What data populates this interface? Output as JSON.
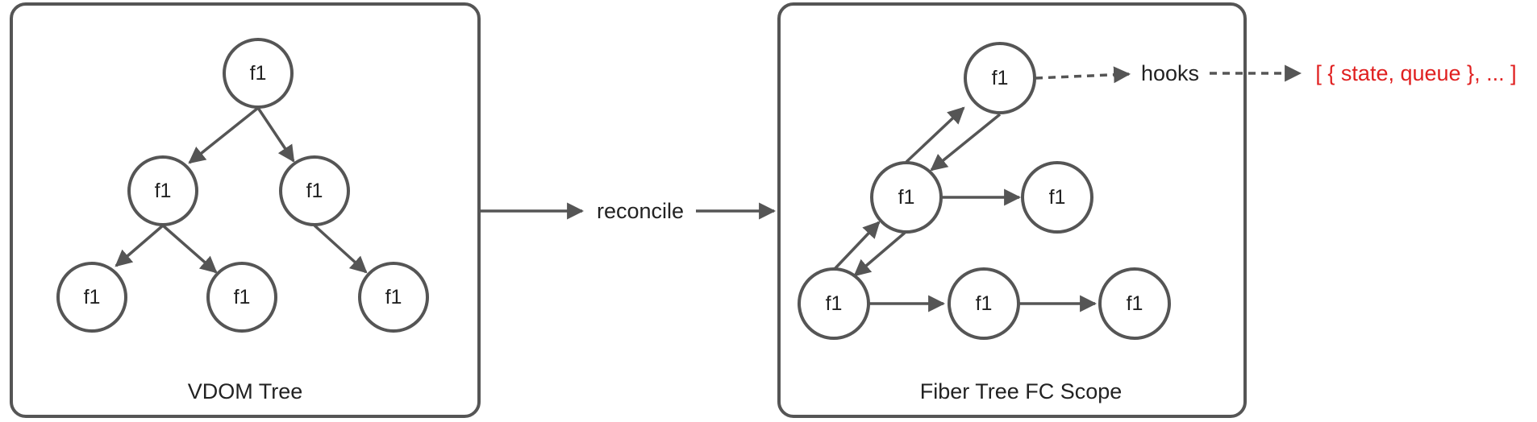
{
  "vdom_tree": {
    "caption": "VDOM Tree",
    "nodes": [
      "f1",
      "f1",
      "f1",
      "f1",
      "f1",
      "f1"
    ]
  },
  "connector": {
    "label": "reconcile"
  },
  "fiber_tree": {
    "caption": "Fiber Tree FC Scope",
    "nodes": [
      "f1",
      "f1",
      "f1",
      "f1",
      "f1",
      "f1"
    ]
  },
  "hooks": {
    "label": "hooks",
    "target": "[ { state, queue }, ... ]"
  },
  "colors": {
    "stroke": "#555555",
    "text": "#222222",
    "highlight": "#e02020"
  }
}
